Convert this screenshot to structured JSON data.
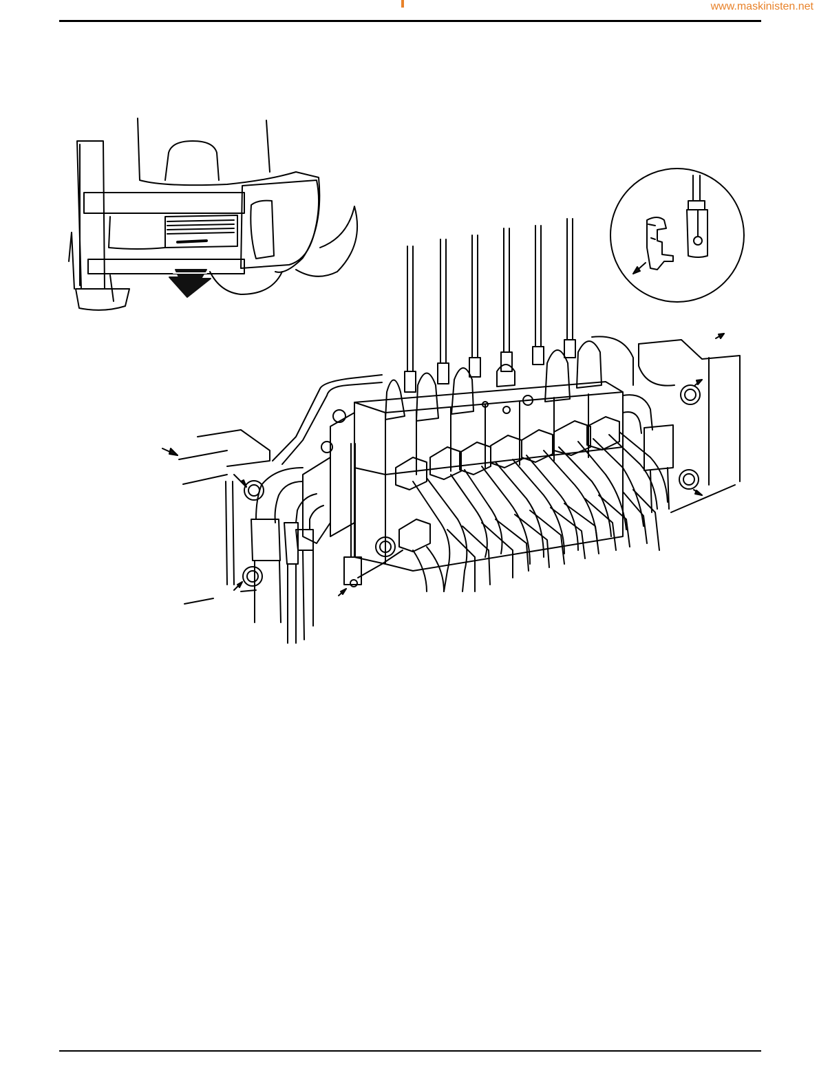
{
  "header": {
    "watermark_text": "www.maskinisten.net",
    "watermark_color": "#e8822a"
  },
  "illustration": {
    "line_color": "#000000",
    "fill_color": "#ffffff",
    "arrow_color": "#111111",
    "inset_view": "lever-clip-detail",
    "main_view": "control-valve-block-with-hoses"
  }
}
